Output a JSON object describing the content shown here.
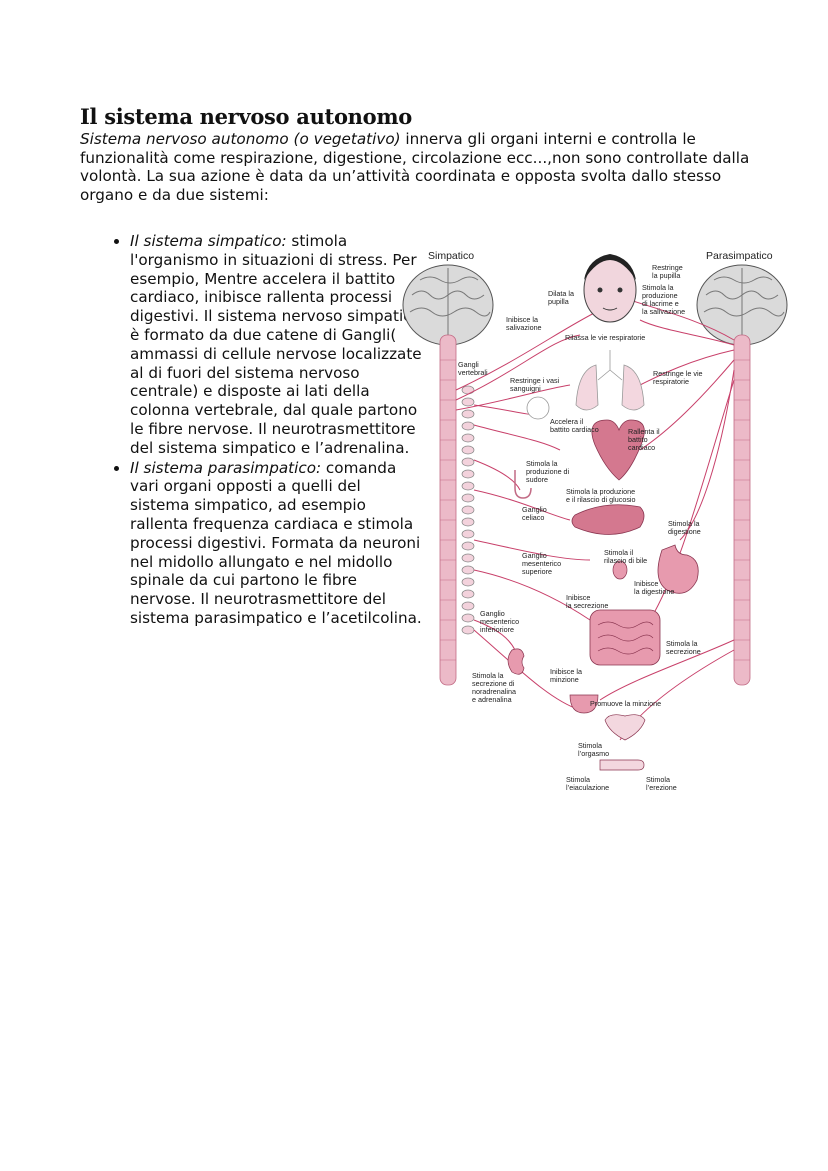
{
  "title": "Il sistema nervoso autonomo",
  "intro": {
    "italic": "Sistema nervoso autonomo (o vegetativo)",
    "text": " innerva gli organi interni e controlla le funzionalità come respirazione, digestione, circolazione ecc...,non sono controllate dalla volontà. La sua azione è data da un’attività coordinata e opposta svolta dallo stesso organo e da due sistemi:"
  },
  "bullets": [
    {
      "italic": "Il sistema simpatico:",
      "text": " stimola l'organismo in situazioni di stress. Per esempio,  Mentre accelera il battito cardiaco, inibisce rallenta processi digestivi. Il sistema nervoso simpatico è formato da due catene di Gangli( ammassi di cellule nervose localizzate al di fuori del sistema nervoso centrale) e disposte ai lati della colonna vertebrale, dal quale partono le fibre nervose. Il neurotrasmettitore del sistema simpatico e l’adrenalina."
    },
    {
      "italic": "Il sistema parasimpatico:",
      "text": " comanda vari organi opposti a quelli del sistema simpatico, ad esempio rallenta frequenza cardiaca e stimola processi digestivi. Formata da neuroni nel midollo allungato e nel midollo spinale da cui partono le fibre nervose. Il neurotrasmettitore del sistema parasimpatico e l’acetilcolina."
    }
  ],
  "diagram": {
    "left_header": "Simpatico",
    "right_header": "Parasimpatico",
    "labels": {
      "gangli_vertebrali": [
        "Gangli",
        "vertebrali"
      ],
      "dilata_pupilla": [
        "Dilata la",
        "pupilla"
      ],
      "restringe_pupilla": [
        "Restringe",
        "la pupilla"
      ],
      "stimola_lacrime": [
        "Stimola la",
        "produzione",
        "di lacrime e",
        "la salivazione"
      ],
      "inibisce_salivazione": [
        "Inibisce la",
        "salivazione"
      ],
      "rilassa_vie": [
        "Rilassa le vie respiratorie"
      ],
      "restringe_vasi": [
        "Restringe i vasi",
        "sanguigni"
      ],
      "restringe_vie": [
        "Restringe le vie",
        "respiratorie"
      ],
      "accelera_battito": [
        "Accelera il",
        "battito cardiaco"
      ],
      "rallenta_battito": [
        "Rallenta il",
        "battito",
        "cardiaco"
      ],
      "stimola_sudore": [
        "Stimola la",
        "produzione di",
        "sudore"
      ],
      "stimola_glucosio": [
        "Stimola la produzione",
        "e il rilascio di glucosio"
      ],
      "ganglio_celiaco": [
        "Ganglio",
        "celiaco"
      ],
      "stimola_digestione": [
        "Stimola la",
        "digestione"
      ],
      "ganglio_mesenterico_sup": [
        "Ganglio",
        "mesenterico",
        "superiore"
      ],
      "stimola_bile": [
        "Stimola il",
        "rilascio di bile"
      ],
      "inibisce_digestione": [
        "Inibisce",
        "la digestione"
      ],
      "inibisce_secrezione": [
        "Inibisce",
        "la secrezione"
      ],
      "ganglio_mesenterico_inf": [
        "Ganglio",
        "mesenterico",
        "inferioriore"
      ],
      "stimola_secrezione": [
        "Stimola la",
        "secrezione"
      ],
      "stimola_noradrenalina": [
        "Stimola la",
        "secrezione di",
        "noradrenalina",
        "e adrenalina"
      ],
      "inibisce_minzione": [
        "Inibisce la",
        "minzione"
      ],
      "promuove_minzione": [
        "Promuove la minzione"
      ],
      "stimola_orgasmo": [
        "Stimola",
        "l’orgasmo"
      ],
      "stimola_eiaculazione": [
        "Stimola",
        "l’eiaculazione"
      ],
      "stimola_erezione": [
        "Stimola",
        "l’erezione"
      ]
    },
    "colors": {
      "nerve": "#c8406a",
      "organ": "#e79aae",
      "organ_dark": "#d4788f",
      "spine": "#ecbac8",
      "brain": "#d9d9d9"
    }
  }
}
